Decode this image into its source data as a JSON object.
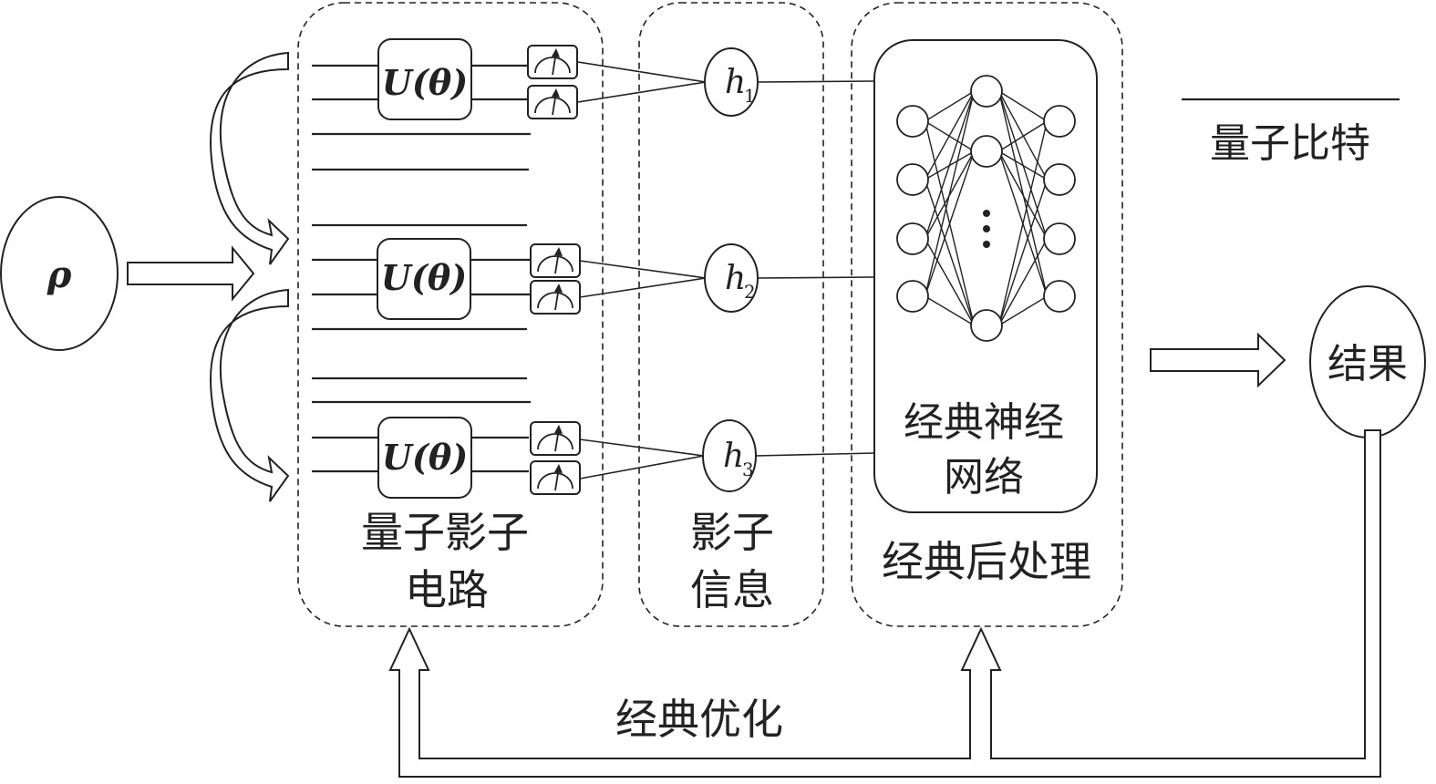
{
  "input_state": "ρ",
  "gate_label": "U(θ)",
  "hidden_nodes": [
    {
      "base": "h",
      "sub": "1"
    },
    {
      "base": "h",
      "sub": "2"
    },
    {
      "base": "h",
      "sub": "3"
    }
  ],
  "panels": {
    "quantum_shadow_circuit": [
      "量子影子",
      "电路"
    ],
    "shadow_info": [
      "影子",
      "信息"
    ],
    "postprocess": "经典后处理",
    "nn_label": [
      "经典神经",
      "网络"
    ]
  },
  "legend": {
    "qubit_label": "量子比特"
  },
  "result_label": "结果",
  "optimization_label": "经典优化"
}
